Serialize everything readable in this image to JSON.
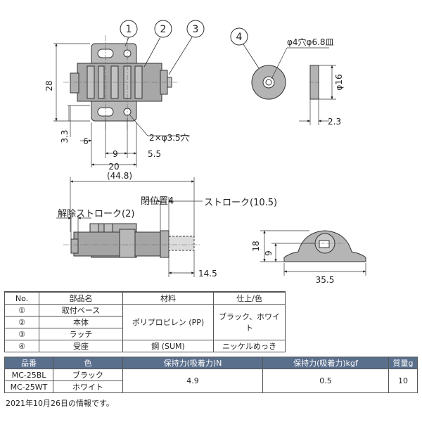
{
  "callouts": [
    "1",
    "2",
    "3",
    "4"
  ],
  "dimensions": {
    "height_28": "28",
    "dim_3_3": "3.3",
    "dim_6": "6",
    "dim_9": "9",
    "dim_5_5": "5.5",
    "dim_20": "20",
    "holes": "2×φ3.5穴",
    "receiver_hole": "φ4穴φ6.8皿",
    "receiver_dia": "φ16",
    "receiver_thick": "2.3",
    "overall_length": "(44.8)",
    "closed_position": "閉位置4",
    "stroke": "ストローク(10.5)",
    "release_stroke": "解除ストローク(2)",
    "dim_14_5": "14.5",
    "dim_18": "18",
    "dim_9_side": "9",
    "dim_35_5": "35.5"
  },
  "parts_table": {
    "headers": [
      "No.",
      "部品名",
      "材料",
      "仕上/色"
    ],
    "rows": [
      {
        "no": "①",
        "name": "取付ベース"
      },
      {
        "no": "②",
        "name": "本体"
      },
      {
        "no": "③",
        "name": "ラッチ"
      },
      {
        "no": "④",
        "name": "受座"
      }
    ],
    "material_shared": "ポリプロピレン (PP)",
    "finish_shared": "ブラック、ホワイト",
    "material_4": "鋼 (SUM)",
    "finish_4": "ニッケルめっき"
  },
  "spec_table": {
    "headers": [
      "品番",
      "色",
      "保持力(吸着力)N",
      "保持力(吸着力)kgf",
      "質量g"
    ],
    "rows": [
      {
        "part": "MC-25BL",
        "color": "ブラック"
      },
      {
        "part": "MC-25WT",
        "color": "ホワイト"
      }
    ],
    "force_n": "4.9",
    "force_kgf": "0.5",
    "mass": "10"
  },
  "note": "2021年10月26日の情報です。"
}
